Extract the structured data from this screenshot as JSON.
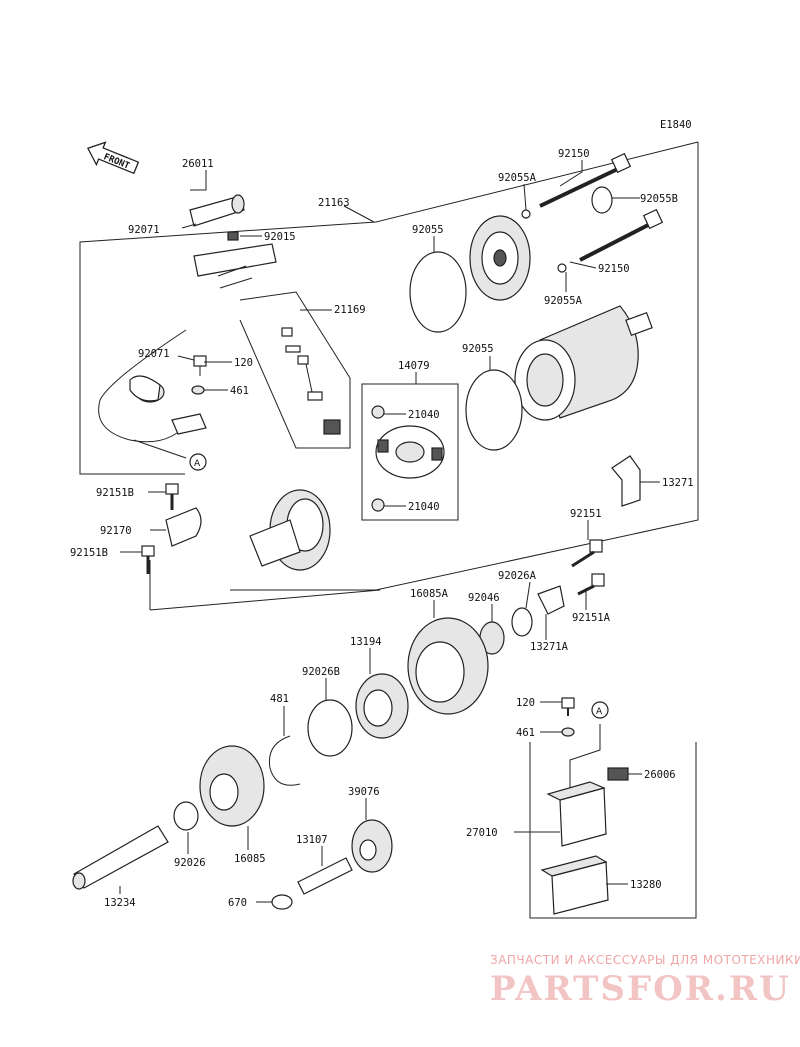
{
  "diagram_code": "E1840",
  "front_label": "FRONT",
  "circle_ref": "A",
  "labels": {
    "p26011": "26011",
    "p92071_top": "92071",
    "p92015": "92015",
    "p21163": "21163",
    "p92150_top": "92150",
    "p92055A_top": "92055A",
    "p92055B": "92055B",
    "p92055_top": "92055",
    "p92150_mid": "92150",
    "p92055A_mid": "92055A",
    "p21169": "21169",
    "p92071_mid": "92071",
    "p120_top": "120",
    "p461_top": "461",
    "p14079": "14079",
    "p92055_mid": "92055",
    "p21040_top": "21040",
    "p21040_bot": "21040",
    "p92151B_top": "92151B",
    "p92170": "92170",
    "p92151B_bot": "92151B",
    "p13271": "13271",
    "p92151": "92151",
    "p92026A": "92026A",
    "p16085A": "16085A",
    "p92046": "92046",
    "p92151A": "92151A",
    "p13271A": "13271A",
    "p13194": "13194",
    "p92026B": "92026B",
    "p481": "481",
    "p120_bot": "120",
    "p461_bot": "461",
    "p26006": "26006",
    "p39076": "39076",
    "p27010": "27010",
    "p13107": "13107",
    "p92026": "92026",
    "p16085": "16085",
    "p13280": "13280",
    "p13234": "13234",
    "p670": "670"
  },
  "watermark": {
    "top_line": "ЗАПЧАСТИ И АКСЕССУАРЫ ДЛЯ МОТОТЕХНИКИ",
    "logo": "PARTSFOR.RU"
  }
}
